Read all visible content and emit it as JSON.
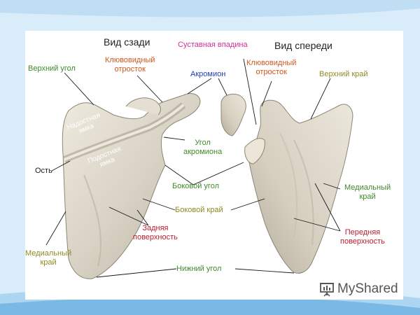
{
  "headings": {
    "back_view": "Вид сзади",
    "front_view": "Вид спереди"
  },
  "labels": {
    "superior_angle_left": "Верхний угол",
    "coracoid_left": [
      "Клювовидный",
      "отросток"
    ],
    "acromion": "Акромион",
    "glenoid": "Суставная впадина",
    "coracoid_right": [
      "Клювовидный",
      "отросток"
    ],
    "superior_border": "Верхний край",
    "supraspinous_fossa": [
      "Надостная",
      "ямка"
    ],
    "infraspinous_fossa": [
      "Подостная",
      "ямка"
    ],
    "spine": "Ость",
    "acromial_angle": [
      "Угол",
      "акромиона"
    ],
    "lateral_angle": "Боковой угол",
    "medial_border_right": [
      "Медиальный",
      "край"
    ],
    "lateral_border": "Боковой край",
    "posterior_surface": [
      "Задняя",
      "поверхность"
    ],
    "anterior_surface": [
      "Передняя",
      "поверхность"
    ],
    "medial_border_left": [
      "Медиальный",
      "край"
    ],
    "inferior_angle": "Нижний угол"
  },
  "logo": {
    "text": "MyShared",
    "icon": "presentation-board-icon"
  },
  "colors": {
    "green": "#3f8a2a",
    "orange": "#d2561e",
    "blue": "#1d3fb1",
    "magenta": "#d62e9a",
    "olive": "#8f8a24",
    "red": "#b81e2e",
    "bone": "#d8d2c4",
    "frame_blue": "#cfe6f7"
  }
}
